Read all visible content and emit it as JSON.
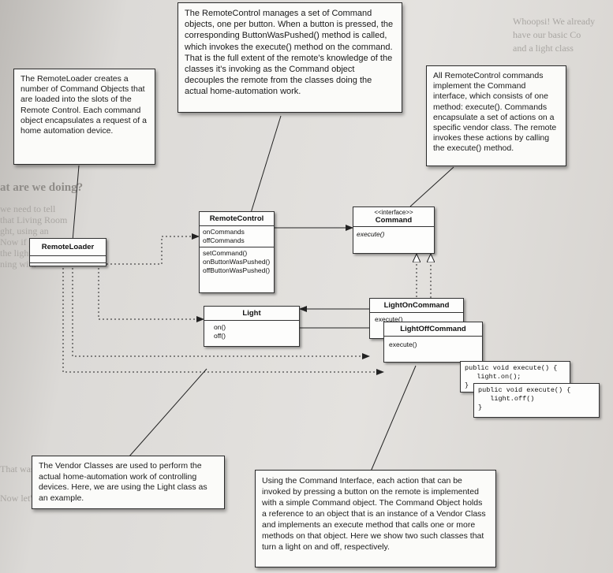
{
  "background_text": {
    "line1": "Whoopsi! We already",
    "line2": "have our basic Co",
    "line3": "and a light class",
    "heading": "at are we doing?",
    "para1": "we need to tell",
    "para2": "that Living Room",
    "para3": "ght, using an",
    "para4": "Now if you",
    "para5": "the light turn",
    "para6": "ning with",
    "lower1": "That was",
    "lower2": "Now let's"
  },
  "notes": {
    "remote_control": "The RemoteControl manages a set of Command objects, one per button. When a button is pressed, the corresponding ButtonWasPushed() method is called, which invokes the execute() method on the command. That is the full extent of the remote's knowledge of the classes it's invoking as the Command object decouples the remote from the classes doing the actual home-automation work.",
    "remote_loader": "The RemoteLoader creates a number of Command Objects that are loaded into the slots of the Remote Control. Each command object encapsulates a request of a home automation device.",
    "commands": "All RemoteControl commands implement the Command interface, which consists of one method: execute(). Commands encapsulate a set of actions on a specific vendor class. The remote invokes these actions by calling the execute() method.",
    "vendor": "The Vendor Classes are used to perform the actual home-automation work of controlling devices. Here, we are using the Light class as an example.",
    "command_interface": "Using the Command Interface, each action that can be invoked by pressing a button on the remote is implemented with a simple Command object. The Command Object holds a reference to an object that is an instance of a Vendor Class and implements an execute method that calls one or more methods on that object. Here we show two such classes that turn a light on and off, respectively."
  },
  "classes": {
    "remote_loader": {
      "name": "RemoteLoader"
    },
    "remote_control": {
      "name": "RemoteControl",
      "attributes": [
        "onCommands",
        "offCommands"
      ],
      "methods": [
        "setCommand()",
        "onButtonWasPushed()",
        "offButtonWasPushed()"
      ]
    },
    "command": {
      "stereotype": "<<interface>>",
      "name": "Command",
      "methods": [
        "execute()"
      ]
    },
    "light": {
      "name": "Light",
      "methods": [
        "on()",
        "off()"
      ]
    },
    "light_on_command": {
      "name": "LightOnCommand",
      "methods": [
        "execute()"
      ]
    },
    "light_off_command": {
      "name": "LightOffCommand",
      "methods": [
        "execute()"
      ]
    }
  },
  "code": {
    "on_line1": "public void execute() {",
    "on_line2": "   light.on();",
    "on_line3": "}",
    "off_line1": "public void execute() {",
    "off_line2": "   light.off()",
    "off_line3": "}"
  },
  "colors": {
    "note_border": "#2a2a2a",
    "dotted_line": "#333333"
  }
}
